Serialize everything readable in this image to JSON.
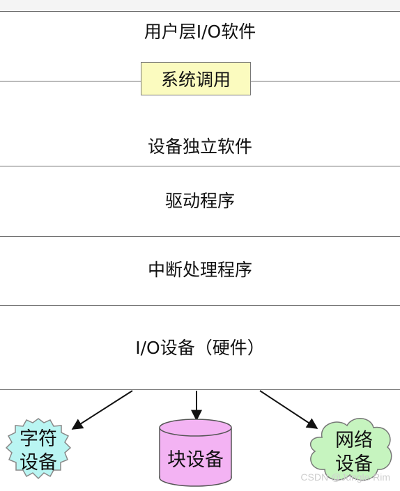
{
  "layers": {
    "user_io": "用户层I/O软件",
    "syscall": "系统调用",
    "device_independent": "设备独立软件",
    "driver": "驱动程序",
    "interrupt": "中断处理程序",
    "hardware": "I/O设备（硬件）"
  },
  "devices": {
    "char_line1": "字符",
    "char_line2": "设备",
    "block": "块设备",
    "network_line1": "网络",
    "network_line2": "设备"
  },
  "colors": {
    "syscall_fill": "#fbfbbf",
    "char_fill": "#b9f5f2",
    "block_fill": "#f3b3f3",
    "network_fill": "#c6f4bf"
  },
  "watermark": "CSDN @Jungle-Rim"
}
